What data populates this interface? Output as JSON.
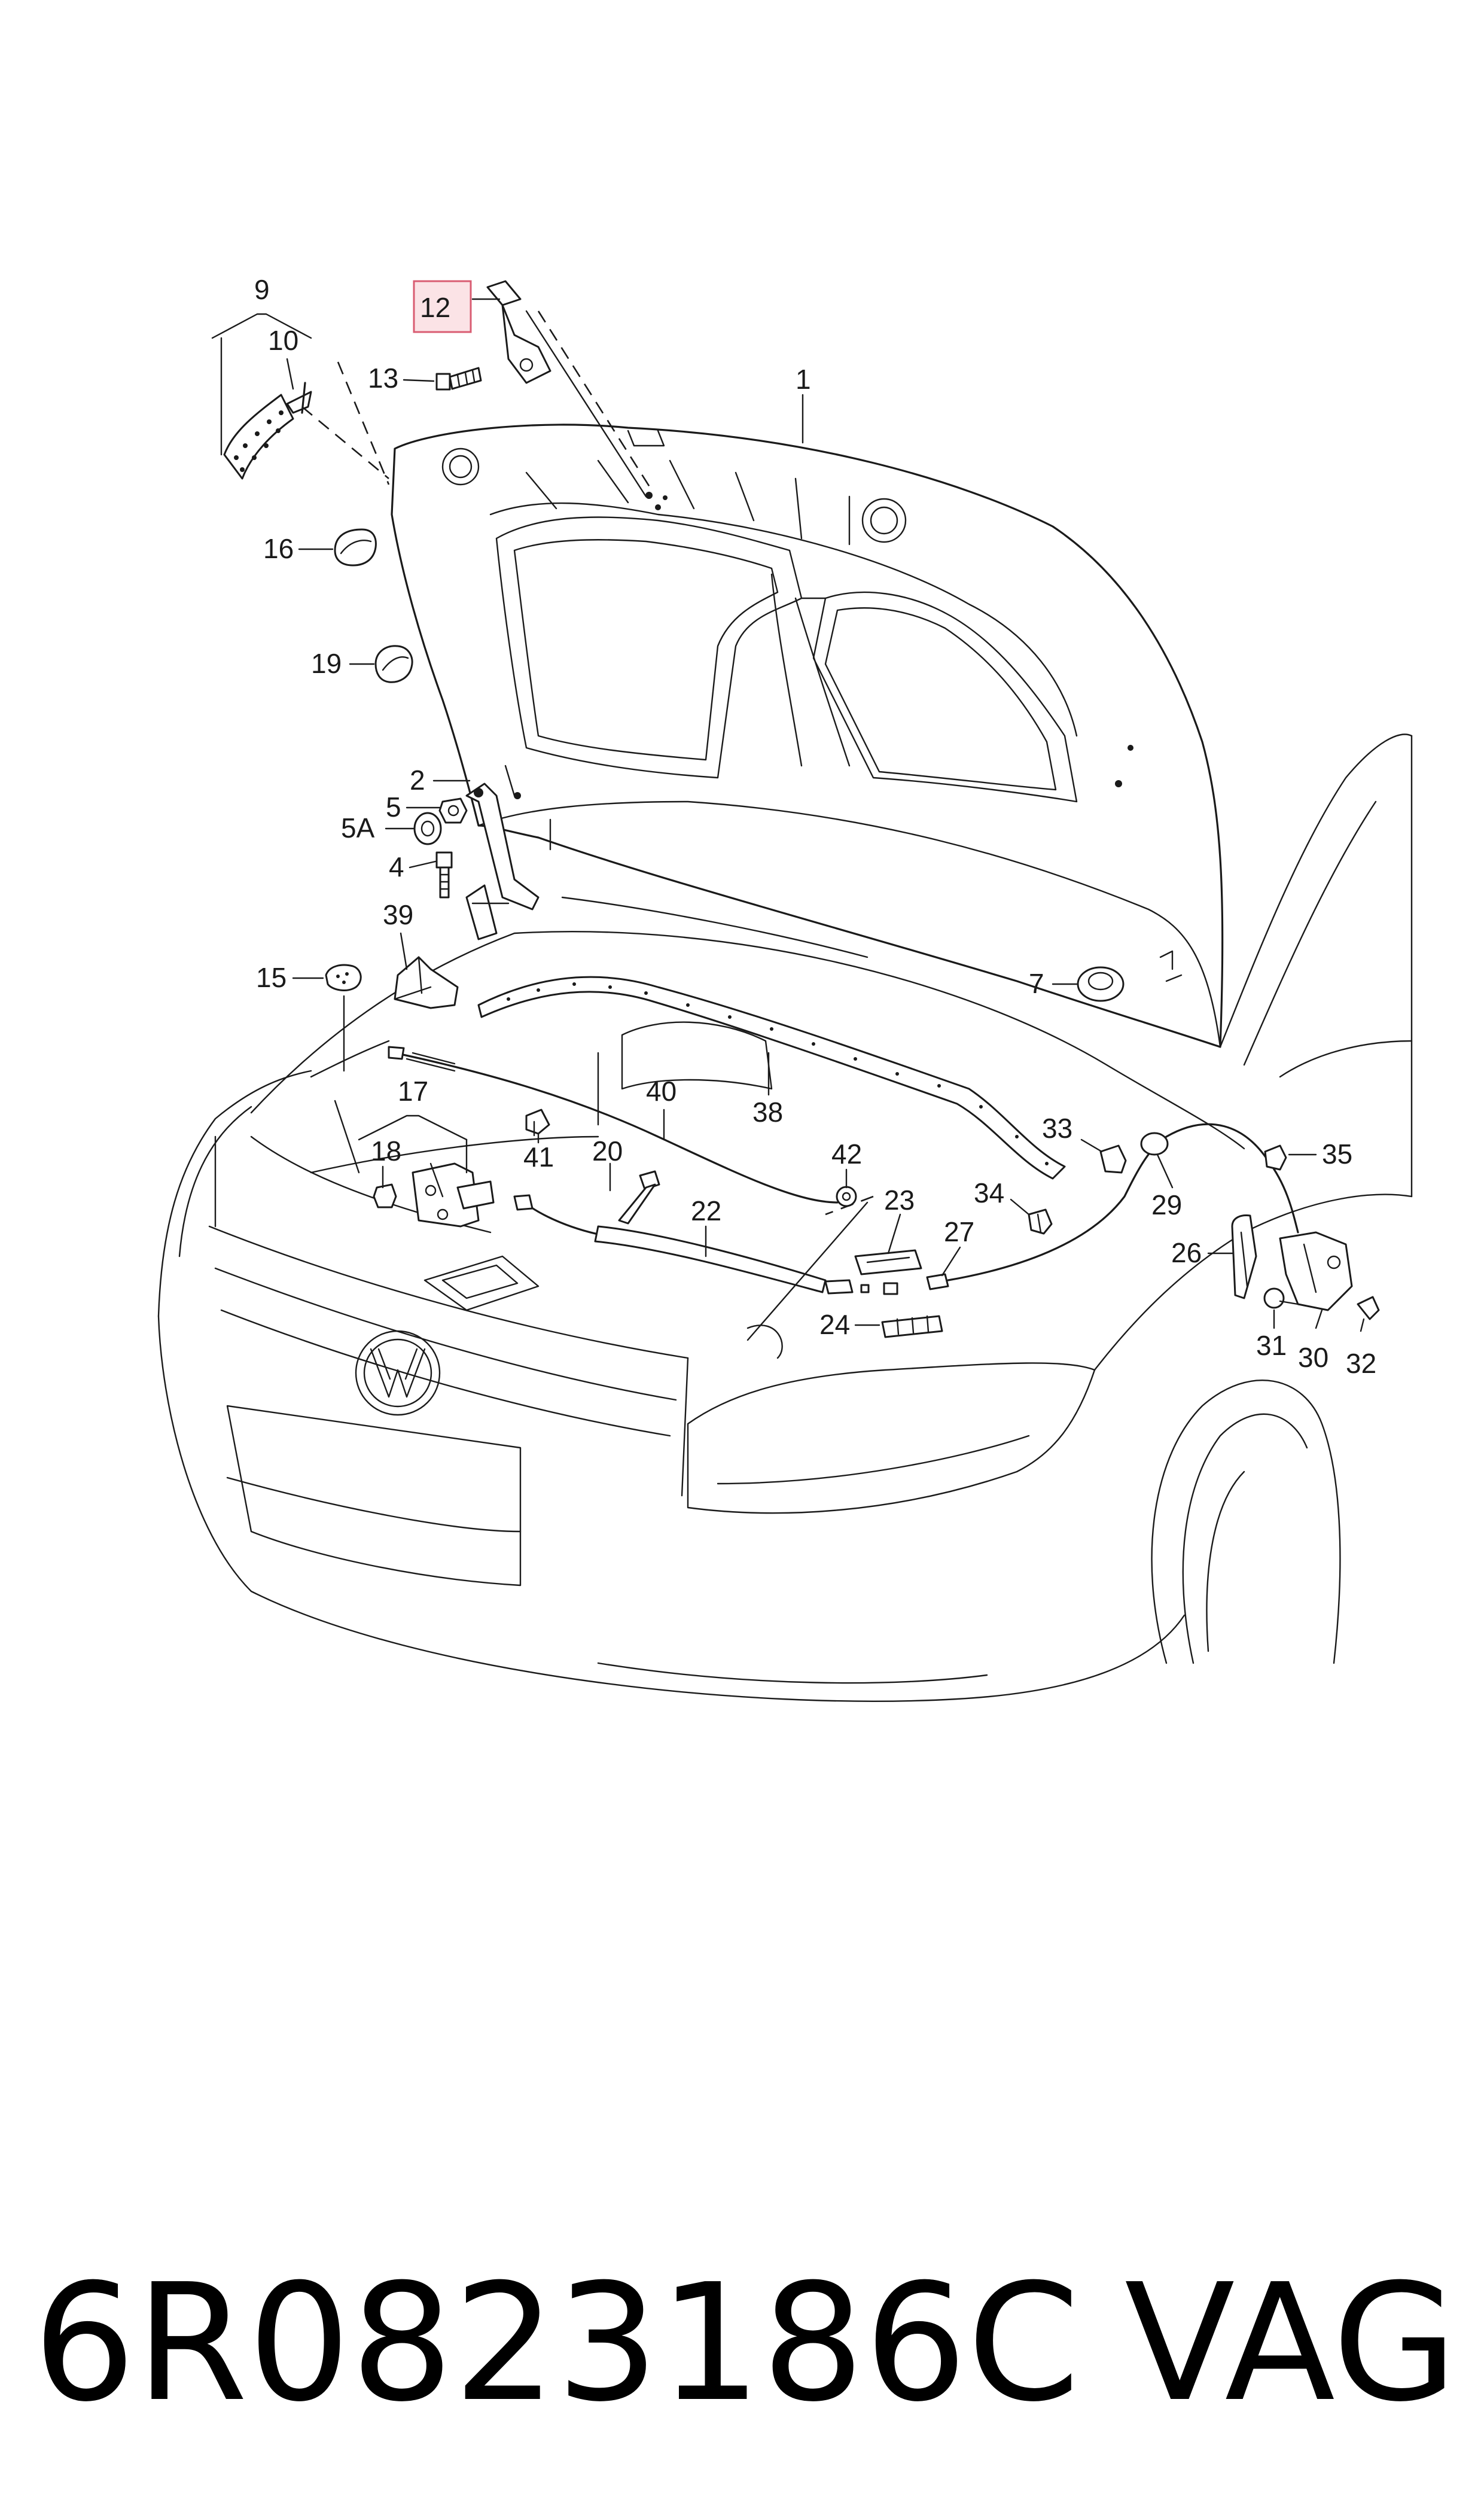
{
  "callouts": [
    {
      "id": "c1",
      "text": "1"
    },
    {
      "id": "c2",
      "text": "2"
    },
    {
      "id": "c4",
      "text": "4"
    },
    {
      "id": "c5",
      "text": "5"
    },
    {
      "id": "c5a",
      "text": "5A"
    },
    {
      "id": "c7",
      "text": "7"
    },
    {
      "id": "c9",
      "text": "9"
    },
    {
      "id": "c10",
      "text": "10"
    },
    {
      "id": "c12",
      "text": "12",
      "highlighted": true
    },
    {
      "id": "c13",
      "text": "13"
    },
    {
      "id": "c15",
      "text": "15"
    },
    {
      "id": "c16",
      "text": "16"
    },
    {
      "id": "c17",
      "text": "17"
    },
    {
      "id": "c18",
      "text": "18"
    },
    {
      "id": "c19",
      "text": "19"
    },
    {
      "id": "c20",
      "text": "20"
    },
    {
      "id": "c22",
      "text": "22"
    },
    {
      "id": "c23",
      "text": "23"
    },
    {
      "id": "c24",
      "text": "24"
    },
    {
      "id": "c26",
      "text": "26"
    },
    {
      "id": "c27",
      "text": "27"
    },
    {
      "id": "c29",
      "text": "29"
    },
    {
      "id": "c30",
      "text": "30"
    },
    {
      "id": "c31",
      "text": "31"
    },
    {
      "id": "c32",
      "text": "32"
    },
    {
      "id": "c33",
      "text": "33"
    },
    {
      "id": "c34",
      "text": "34"
    },
    {
      "id": "c35",
      "text": "35"
    },
    {
      "id": "c38",
      "text": "38"
    },
    {
      "id": "c39",
      "text": "39"
    },
    {
      "id": "c40",
      "text": "40"
    },
    {
      "id": "c41",
      "text": "41"
    },
    {
      "id": "c42",
      "text": "42"
    }
  ],
  "footer": {
    "part_number": "6R0823186C",
    "brand": "VAG"
  },
  "colors": {
    "line": "#1a1a1a",
    "highlight_fill": "#fbe3e6",
    "highlight_stroke": "#d95c72"
  }
}
